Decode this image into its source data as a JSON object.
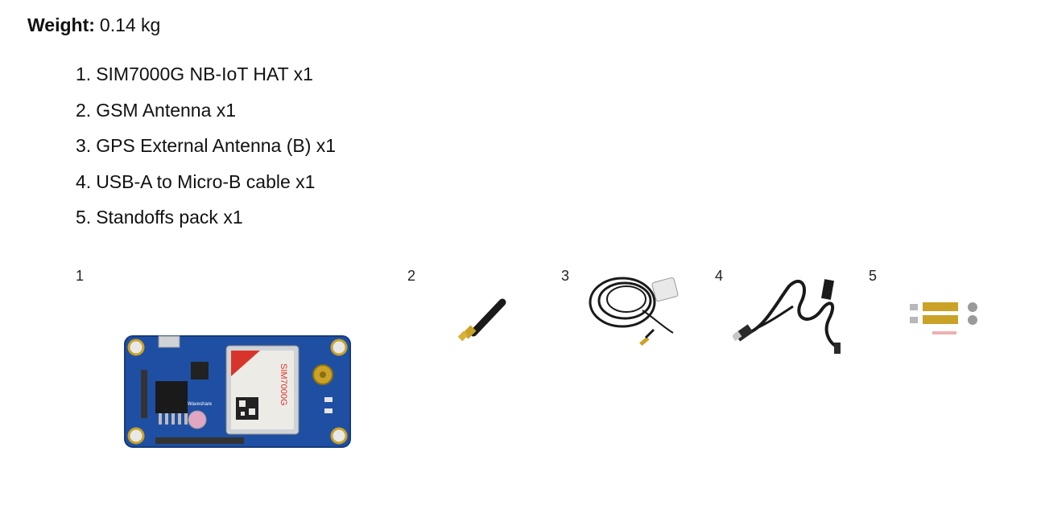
{
  "spec": {
    "weight_label": "Weight:",
    "weight_value": "0.14 kg"
  },
  "package_contents": [
    {
      "number": "1.",
      "text": "SIM7000G NB-IoT HAT x1"
    },
    {
      "number": "2.",
      "text": "GSM Antenna x1"
    },
    {
      "number": "3.",
      "text": "GPS External Antenna (B) x1"
    },
    {
      "number": "4.",
      "text": "USB-A to Micro-B cable x1"
    },
    {
      "number": "5.",
      "text": "Standoffs pack x1"
    }
  ],
  "gallery": [
    {
      "number": "1",
      "image": "sim7000g-hat-board-image"
    },
    {
      "number": "2",
      "image": "gsm-antenna-image"
    },
    {
      "number": "3",
      "image": "gps-antenna-image"
    },
    {
      "number": "4",
      "image": "usb-cable-image"
    },
    {
      "number": "5",
      "image": "standoffs-image"
    }
  ],
  "board": {
    "module_label": "SIM7000G",
    "brand_label": "Waveshare"
  },
  "colors": {
    "board_blue": "#1f4fa3",
    "module_red": "#d9342b",
    "gold": "#c9a227",
    "cable_black": "#1a1a1a"
  }
}
